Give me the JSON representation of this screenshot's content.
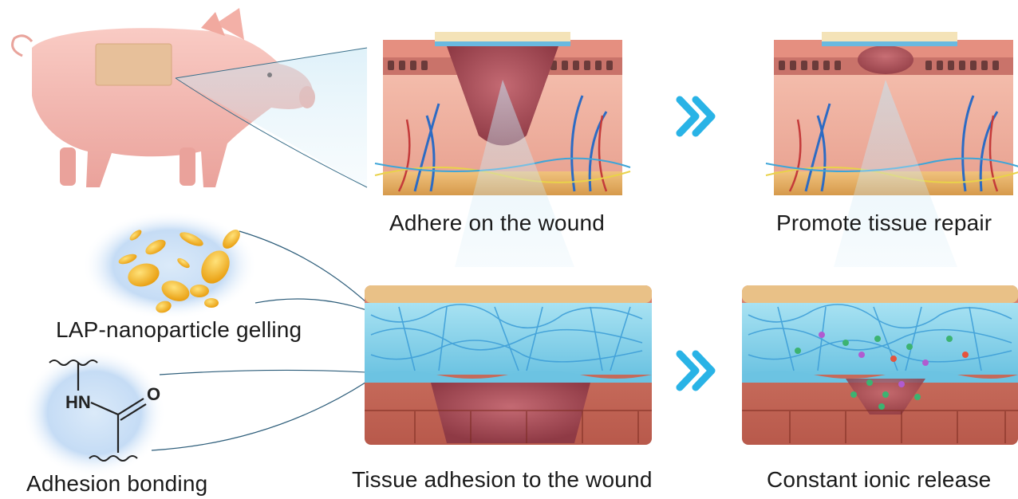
{
  "labels": {
    "adhere": "Adhere on the wound",
    "promote": "Promote tissue repair",
    "gelling": "LAP-nanoparticle gelling",
    "tissue_adhesion": "Tissue adhesion to the wound",
    "ionic_release": "Constant ionic release",
    "bonding": "Adhesion bonding"
  },
  "chemistry": {
    "amine": "HN",
    "oxygen": "O"
  },
  "colors": {
    "arrow": "#29b3e6",
    "skin": "#f2b9a8",
    "wound": "#a84c55",
    "hydrogel": "#8fd6ec",
    "fiber": "#3f9fd8",
    "nanoparticle": "#f3b21a",
    "pig": "#f5b8b2",
    "patch": "#e7c09a"
  },
  "icons": {
    "arrow_top": "double-chevron-right-icon",
    "arrow_bottom": "double-chevron-right-icon"
  }
}
